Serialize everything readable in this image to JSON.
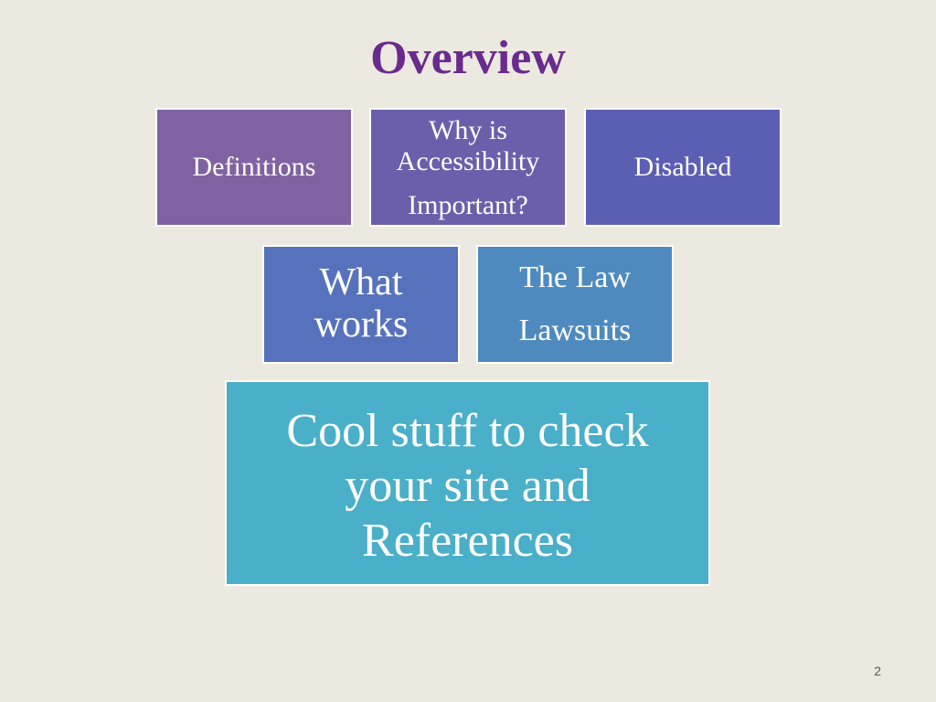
{
  "slide": {
    "title": "Overview",
    "page_number": "2"
  },
  "boxes": {
    "definitions": {
      "lines": [
        "Definitions"
      ],
      "color": "#8062A2"
    },
    "why_accessibility": {
      "lines": [
        "Why is",
        "Accessibility",
        "Important?"
      ],
      "color": "#6B5FAB"
    },
    "disabled": {
      "lines": [
        "Disabled"
      ],
      "color": "#5B5FB4"
    },
    "what_works": {
      "lines": [
        "What",
        "works"
      ],
      "color": "#5772BC"
    },
    "law": {
      "lines": [
        "The Law",
        "Lawsuits"
      ],
      "color": "#4F8ABE"
    },
    "cool_stuff": {
      "lines": [
        "Cool stuff to check",
        "your site and",
        "References"
      ],
      "color": "#4AAFC8"
    }
  },
  "colors": {
    "background": "#ECEAE0",
    "title": "#6A2A8E",
    "box_text": "#FFFFFF",
    "box_border": "#FFFFFF"
  }
}
